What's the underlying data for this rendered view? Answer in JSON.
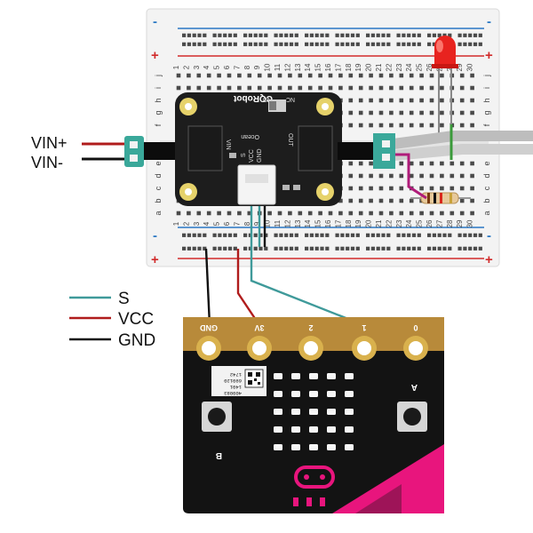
{
  "power_labels": {
    "vin_plus": "VIN+",
    "vin_minus": "VIN-"
  },
  "legend": [
    {
      "label": "S",
      "color": "#3f9a9a"
    },
    {
      "label": "VCC",
      "color": "#b01c1c"
    },
    {
      "label": "GND",
      "color": "#111111"
    }
  ],
  "breadboard": {
    "columns": [
      "1",
      "2",
      "3",
      "4",
      "5",
      "6",
      "7",
      "8",
      "9",
      "10",
      "11",
      "12",
      "13",
      "14",
      "15",
      "16",
      "17",
      "18",
      "19",
      "20",
      "21",
      "22",
      "23",
      "24",
      "25",
      "26",
      "27",
      "28",
      "29",
      "30"
    ],
    "rows_top": [
      "j",
      "i",
      "h",
      "g",
      "f"
    ],
    "rows_bottom": [
      "e",
      "d",
      "c",
      "b",
      "a"
    ],
    "rail_plus": "+",
    "rail_minus": "-"
  },
  "relay_module": {
    "brand": "CQRobot",
    "switch_label": "NO",
    "switch_label_2": "NC",
    "vin_label": "VIN",
    "out_label": "OUT",
    "header_labels": [
      "S",
      "VCC",
      "GND"
    ],
    "ocean_label": "Ocean"
  },
  "microbit": {
    "pins": [
      "GND",
      "3V",
      "2",
      "1",
      "0"
    ],
    "button_a": "A",
    "button_b": "B",
    "serial_lines": [
      "400083",
      "1401",
      "690120",
      "1742"
    ]
  },
  "colors": {
    "signal_wire": "#3f9a9a",
    "vcc_wire": "#b01c1c",
    "gnd_wire": "#111111",
    "microbit_pink": "#e8157d",
    "led_red": "#e8231f",
    "connector_teal": "#3aa89a"
  }
}
